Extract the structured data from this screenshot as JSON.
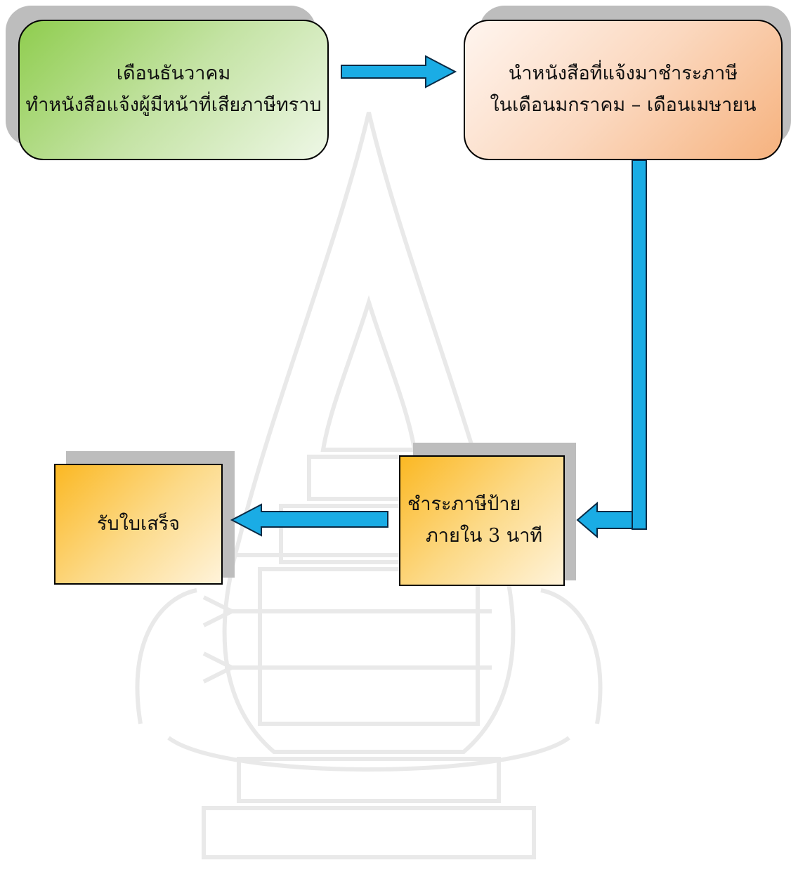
{
  "diagram": {
    "step1": {
      "line1": "เดือนธันวาคม",
      "line2": "ทำหนังสือแจ้งผู้มีหน้าที่เสียภาษีทราบ"
    },
    "step2": {
      "line1": "นำหนังสือที่แจ้งมาชำระภาษี",
      "line2": "ในเดือนมกราคม – เดือนเมษายน"
    },
    "step3": {
      "line1": "ชำระภาษีป้าย",
      "line2": "ภายใน 3 นาที"
    },
    "step4": {
      "line1": "รับใบเสร็จ"
    }
  },
  "colors": {
    "arrow_fill": "#1aace5",
    "arrow_stroke": "#0a2a44",
    "box_shadow": "#bdbdbd"
  }
}
